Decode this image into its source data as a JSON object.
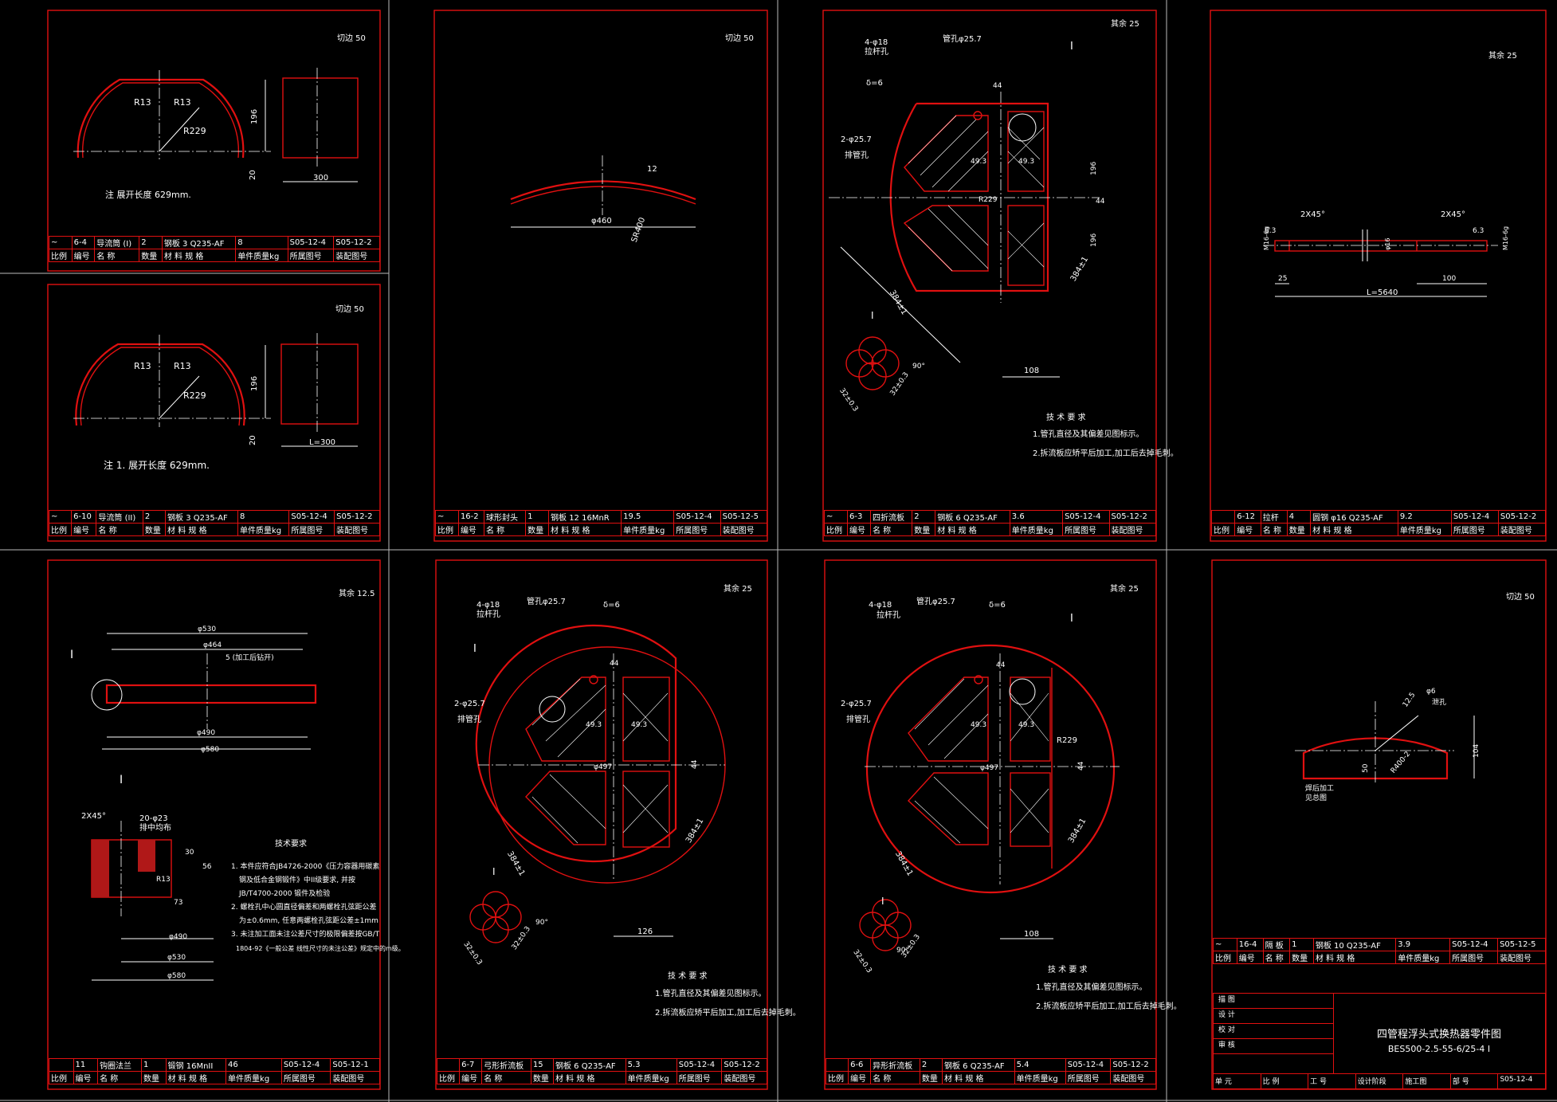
{
  "panels": [
    {
      "id": "p1",
      "roughness": "切边 50",
      "drawing_no": "",
      "note": "注  展开长度 629mm.",
      "dims": [
        "R13",
        "R13",
        "R229",
        "196",
        "20",
        "300"
      ],
      "title": {
        "scale": "~",
        "code": "6-4",
        "name": "导流筒 (I)",
        "qty": "2",
        "material": "钢板 3  Q235-AF",
        "weight": "8",
        "drawing": "S05-12-4",
        "assembly": "S05-12-2"
      }
    },
    {
      "id": "p2",
      "roughness": "切边 50",
      "drawing_no": "",
      "note": "注  1. 展开长度 629mm.",
      "dims": [
        "R13",
        "R13",
        "R229",
        "196",
        "20",
        "L=300"
      ],
      "title": {
        "scale": "~",
        "code": "6-10",
        "name": "导流筒 (II)",
        "qty": "2",
        "material": "钢板 3  Q235-AF",
        "weight": "8",
        "drawing": "S05-12-4",
        "assembly": "S05-12-2"
      }
    },
    {
      "id": "p3",
      "roughness": "切边 50",
      "drawing_no": "",
      "note": "",
      "dims": [
        "12",
        "φ460",
        "SR400"
      ],
      "title": {
        "scale": "~",
        "code": "16-2",
        "name": "球形封头",
        "qty": "1",
        "material": "钢板 12  16MnR",
        "weight": "19.5",
        "drawing": "S05-12-4",
        "assembly": "S05-12-5"
      }
    },
    {
      "id": "p4",
      "roughness": "其余 25",
      "drawing_no": "",
      "note": "",
      "dims": [
        "4-φ18",
        "拉杆孔",
        "管孔φ25.7",
        "δ=6",
        "2-φ25.7",
        "排管孔",
        "44",
        "49.3",
        "49.3",
        "R229",
        "44",
        "196",
        "196",
        "384±1",
        "384±1",
        "108",
        "32±0.3",
        "32±0.3",
        "90°",
        "I",
        "I"
      ],
      "tech_title": "技 术 要 求",
      "tech": [
        "1.管孔直径及其偏差见图标示。",
        "2.拆流板应矫平后加工,加工后去掉毛刺。"
      ],
      "title": {
        "scale": "~",
        "code": "6-3",
        "name": "四折流板",
        "qty": "2",
        "material": "钢板 6  Q235-AF",
        "weight": "3.6",
        "drawing": "S05-12-4",
        "assembly": "S05-12-2"
      }
    },
    {
      "id": "p5",
      "roughness": "其余 25",
      "drawing_no": "",
      "note": "",
      "dims": [
        "2X45°",
        "2X45°",
        "6.3",
        "6.3",
        "M16-6g",
        "M16-6g",
        "φ16",
        "25",
        "100",
        "L=5640"
      ],
      "title": {
        "scale": "",
        "code": "6-12",
        "name": "拉杆",
        "qty": "4",
        "material": "圆钢 φ16  Q235-AF",
        "weight": "9.2",
        "drawing": "S05-12-4",
        "assembly": "S05-12-2"
      }
    },
    {
      "id": "p6",
      "roughness": "其余 12.5",
      "drawing_no": "",
      "note": "",
      "dims": [
        "φ530",
        "φ464",
        "5 (加工后钻开)",
        "φ490",
        "φ580",
        "I",
        "I",
        "2X45°",
        "20-φ23",
        "排中均布",
        "30",
        "56",
        "R13",
        "73",
        "φ490",
        "φ530",
        "φ580"
      ],
      "tech_title": "技术要求",
      "tech": [
        "1. 本件应符合JB4726-2000《压力容器用碳素",
        "钢及低合金钢锻件》中II级要求, 并按",
        "JB/T4700-2000 锻件及检验",
        "2. 螺栓孔中心圆直径偏差和两螺栓孔弦距公差",
        "为±0.6mm, 任意两螺栓孔弦距公差±1mm",
        "3. 未注加工面未注公差尺寸的极限偏差按GB/T",
        "1804-92《一般公差  线性尺寸的未注公差》规定中的m级。"
      ],
      "title": {
        "scale": "",
        "code": "11",
        "name": "钩圈法兰",
        "qty": "1",
        "material": "锻钢  16MnII",
        "weight": "46",
        "drawing": "S05-12-4",
        "assembly": "S05-12-1"
      }
    },
    {
      "id": "p7",
      "roughness": "其余 25",
      "drawing_no": "",
      "note": "",
      "dims": [
        "4-φ18",
        "拉杆孔",
        "管孔φ25.7",
        "δ=6",
        "I",
        "2-φ25.7",
        "排管孔",
        "44",
        "49.3",
        "49.3",
        "φ497",
        "44",
        "384±1",
        "384±1",
        "126",
        "32±0.3",
        "32±0.3",
        "90°",
        "I"
      ],
      "tech_title": "技 术 要 求",
      "tech": [
        "1.管孔直径及其偏差见图标示。",
        "2.拆流板应矫平后加工,加工后去掉毛刺。"
      ],
      "title": {
        "scale": "",
        "code": "6-7",
        "name": "弓形折流板",
        "qty": "15",
        "material": "钢板 6  Q235-AF",
        "weight": "5.3",
        "drawing": "S05-12-4",
        "assembly": "S05-12-2"
      }
    },
    {
      "id": "p8",
      "roughness": "其余 25",
      "drawing_no": "",
      "note": "",
      "dims": [
        "4-φ18",
        "拉杆孔",
        "管孔φ25.7",
        "δ=6",
        "I",
        "2-φ25.7",
        "排管孔",
        "44",
        "49.3",
        "49.3",
        "φ497",
        "R229",
        "44",
        "384±1",
        "384±1",
        "108",
        "32±0.3",
        "32±0.3",
        "90°",
        "I"
      ],
      "tech_title": "技 术 要 求",
      "tech": [
        "1.管孔直径及其偏差见图标示。",
        "2.拆流板应矫平后加工,加工后去掉毛刺。"
      ],
      "title": {
        "scale": "",
        "code": "6-6",
        "name": "异形折流板",
        "qty": "2",
        "material": "钢板 6  Q235-AF",
        "weight": "5.4",
        "drawing": "S05-12-4",
        "assembly": "S05-12-2"
      }
    },
    {
      "id": "p9",
      "roughness": "切边 50",
      "drawing_no": "",
      "note": "",
      "dims": [
        "φ6",
        "12.5",
        "泄孔",
        "50",
        "R400-2",
        "104",
        "焊后加工",
        "见总图"
      ],
      "title": {
        "scale": "~",
        "code": "16-4",
        "name": "隔 板",
        "qty": "1",
        "material": "钢板 10  Q235-AF",
        "weight": "3.9",
        "drawing": "S05-12-4",
        "assembly": "S05-12-5"
      }
    }
  ],
  "header_row": [
    "比例",
    "编号",
    "名   称",
    "数量",
    "材 料 规 格",
    "单件质量kg",
    "所属图号",
    "装配图号"
  ],
  "main_title": {
    "name": "四管程浮头式换热器零件图",
    "code": "BES500-2.5-55-6/25-4 I",
    "rows": [
      "描 图",
      "设 计",
      "校 对",
      "审 核"
    ],
    "footer": [
      "单 元",
      "比 例",
      "工 号",
      "设计阶段",
      "施工图",
      "部 号",
      "S05-12-4"
    ]
  }
}
